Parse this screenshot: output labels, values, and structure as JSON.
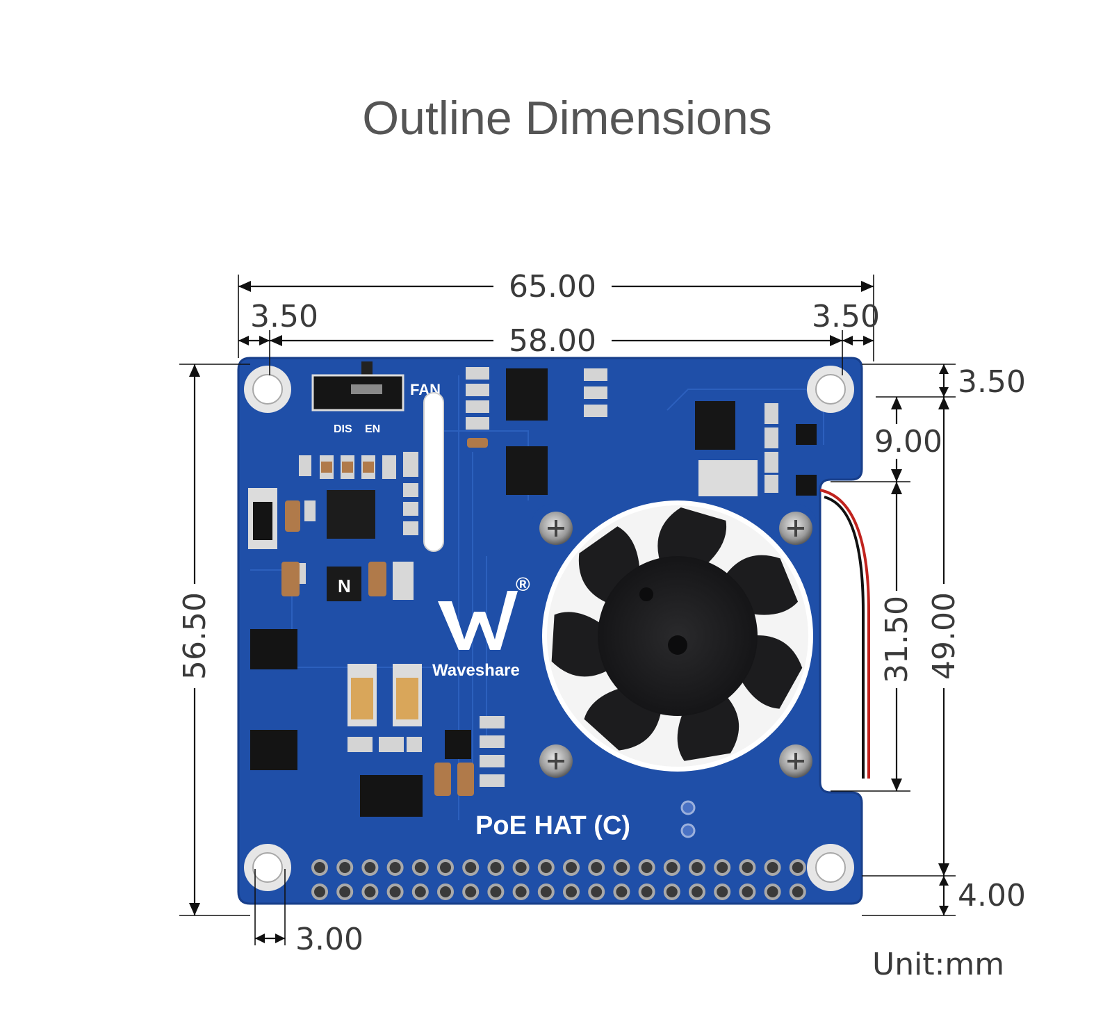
{
  "title": "Outline Dimensions",
  "dimensions": {
    "overall_width": "65.00",
    "hole_spacing_width": "58.00",
    "left_hole_offset": "3.50",
    "right_hole_offset": "3.50",
    "overall_height": "56.50",
    "top_hole_offset": "3.50",
    "notch_top": "9.00",
    "notch_height": "31.50",
    "hole_spacing_height": "49.00",
    "bottom_hole_offset": "4.00",
    "hole_diameter": "3.00"
  },
  "unit_label": "Unit:mm",
  "board": {
    "name": "PoE HAT (C)",
    "brand": "Waveshare",
    "switch_label": "FAN",
    "switch_positions": [
      "DIS",
      "EN"
    ],
    "registered_mark": "®",
    "colors": {
      "pcb": "#1f4fa8",
      "pcb_dark": "#173e8a",
      "copper_pad": "#c8c8c8",
      "fan": "#1c1c1e",
      "component": "#1a1a1a"
    }
  }
}
